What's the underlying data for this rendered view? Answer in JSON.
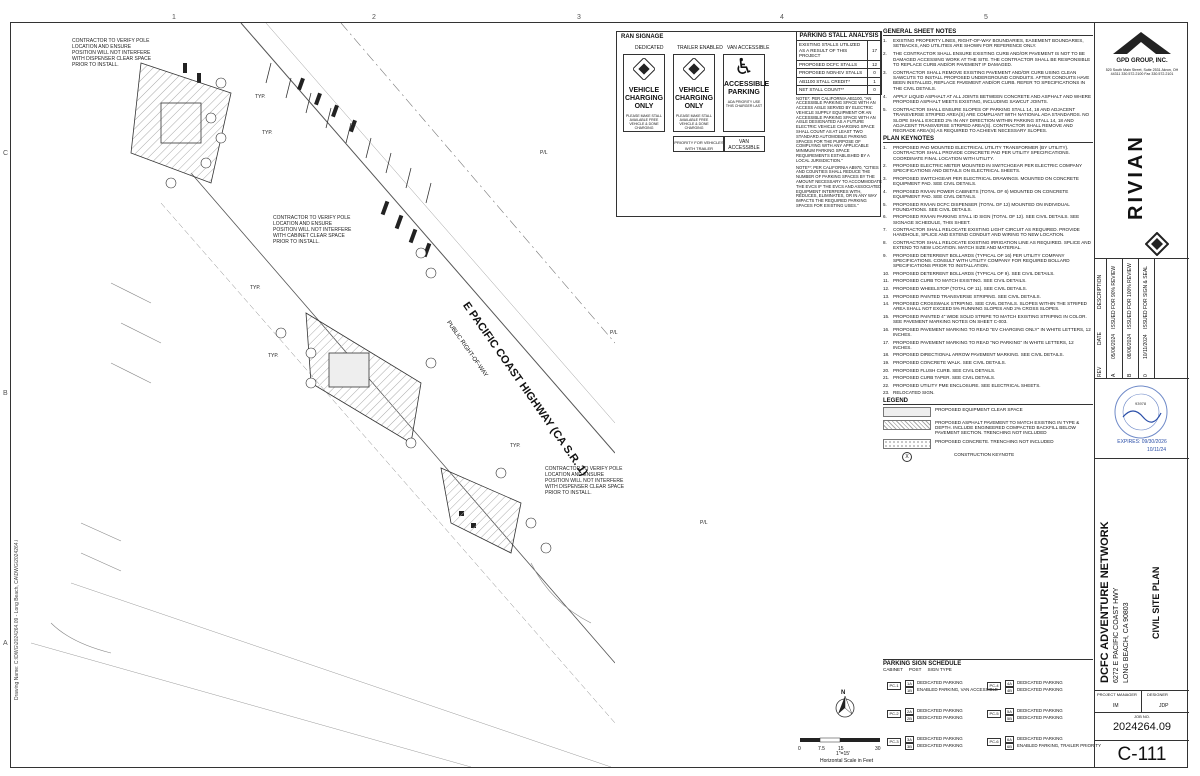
{
  "grid": {
    "columns": [
      "1",
      "2",
      "3",
      "4",
      "5"
    ],
    "rows": [
      "C",
      "B",
      "A"
    ]
  },
  "drawing": {
    "street_name": "E PACIFIC COAST HIGHWAY (CA S.R. 1)",
    "street_subtitle": "PUBLIC RIGHT-OF-WAY",
    "contractor_note": "CONTRACTOR TO VERIFY POLE LOCATION AND ENSURE POSITION WILL NOT INTERFERE WITH DISPENSER CLEAR SPACE PRIOR TO INSTALL.",
    "contractor_note_cabinet": "CONTRACTOR TO VERIFY POLE LOCATION AND ENSURE POSITION WILL NOT INTERFERE WITH CABINET CLEAR SPACE PRIOR TO INSTALL.",
    "typ": "TYP.",
    "pl": "P/L",
    "north": "N",
    "scale_caption": "Horizontal Scale in Feet",
    "scale_ticks": [
      "0",
      "7.5",
      "15",
      "30"
    ],
    "scale_ratio": "1\"=15'",
    "side_text": "Drawing Name: C:\\DWG\\2024264.09 - Long Beach, CA\\DWG\\2024264.09 - Long Beach CA - C000.dwg"
  },
  "ran_signage": {
    "title": "RAN SIGNAGE",
    "columns": [
      "DEDICATED",
      "TRAILER ENABLED",
      "VAN ACCESSIBLE"
    ],
    "signs": [
      {
        "head": "VEHICLE CHARGING ONLY",
        "fine": "PLEASE MAKE STALL AVAILABLE FREE VEHICLE & DONE CHARGING"
      },
      {
        "head": "VEHICLE CHARGING ONLY",
        "fine": "PLEASE MAKE STALL AVAILABLE FREE VEHICLE & DONE CHARGING"
      },
      {
        "head": "ACCESSIBLE PARKING",
        "fine": "ADA PRIORITY USE THIS CHARGER LAST"
      }
    ],
    "plates": [
      "PRIORITY FOR VEHICLES WITH TRAILER",
      "VAN ACCESSIBLE"
    ]
  },
  "stall_analysis": {
    "title": "PARKING STALL ANALYSIS",
    "rows": [
      {
        "label": "EXISTING STALLS UTILIZED AS A RESULT OF THIS PROJECT",
        "value": "17"
      },
      {
        "label": "PROPOSED DCFC STALLS",
        "value": "12"
      },
      {
        "label": "PROPOSED NON-EV STALLS",
        "value": "0"
      },
      {
        "label": "AB1100 STALL CREDIT*",
        "value": "1"
      },
      {
        "label": "NET STALL COUNT**",
        "value": "0"
      }
    ],
    "note1": "NOTE*: PER CALIFORNIA AB1100, \"AN ACCESSIBLE PARKING SPACE WITH AN ACCESS AISLE SERVED BY ELECTRIC VEHICLE SUPPLY EQUIPMENT OR AN ACCESSIBLE PARKING SPACE WITH AN AISLE DESIGNATED AS A FUTURE ELECTRIC VEHICLE CHARGING SPACE SHALL COUNT AS AT LEAST TWO STANDARD AUTOMOBILE PARKING SPACES FOR THE PURPOSE OF COMPLYING WITH ANY APPLICABLE MINIMUM PARKING SPACE REQUIREMENTS ESTABLISHED BY A LOCAL JURISDICTION.\"",
    "note2": "NOTE**: PER CALIFORNIA AB970, \"CITIES AND COUNTIES SHALL REDUCE THE NUMBER OF PARKING SPACES BY THE AMOUNT NECESSARY TO ACCOMMODATE THE EVCS IF THE EVCS AND ASSOCIATED EQUIPMENT INTERFERES WITH, REDUCES, ELIMINATES, OR IN ANY WAY IMPACTS THE REQUIRED PARKING SPACES FOR EXISTING USES.\""
  },
  "general_notes": {
    "title": "GENERAL SHEET NOTES",
    "items": [
      "EXISTING PROPERTY LINES, RIGHT-OF-WAY BOUNDARIES, EASEMENT BOUNDARIES, SETBACKS, AND UTILITIES ARE SHOWN FOR REFERENCE ONLY.",
      "THE CONTRACTOR SHALL ENSURE EXISTING CURB AND/OR PAVEMENT IS NOT TO BE DAMAGED ACCESSING WORK AT THE SITE. THE CONTRACTOR SHALL BE RESPONSIBLE TO REPLACE CURB AND/OR PAVEMENT IF DAMAGED.",
      "CONTRACTOR SHALL REMOVE EXISTING PAVEMENT AND/OR CURB USING CLEAN SAWCUTS TO INSTALL PROPOSED UNDERGROUND CONDUITS. AFTER CONDUITS HAVE BEEN INSTALLED, REPLACE PAVEMENT AND/OR CURB. REFER TO SPECIFICATIONS IN THE CIVIL DETAILS.",
      "APPLY LIQUID ASPHALT AT ALL JOINTS BETWEEN CONCRETE AND ASPHALT AND WHERE PROPOSED ASPHALT MEETS EXISTING, INCLUDING SAWCUT JOINTS.",
      "CONTRACTOR SHALL ENSURE SLOPES OF PARKING STALL 14, 18 AND ADJACENT TRANSVERSE STRIPED AREA(S) ARE COMPLIANT WITH NATIONAL ADA STANDARDS. NO SLOPE SHALL EXCEED 2% IN ANY DIRECTION WITHIN PARKING STALL 14, 18 AND ADJACENT TRANSVERSE STRIPED AREA(S). CONTRACTOR SHALL REMOVE AND REGRADE AREA(S) AS REQUIRED TO ACHIEVE NECESSARY SLOPES."
    ],
    "nums": [
      "1.",
      "2.",
      "3.",
      "4.",
      "5."
    ]
  },
  "plan_keynotes": {
    "title": "PLAN KEYNOTES",
    "items": [
      "PROPOSED PAD MOUNTED ELECTRICAL UTILITY TRANSFORMER (BY UTILITY). CONTRACTOR SHALL PROVIDE CONCRETE PAD PER UTILITY SPECIFICATIONS. COORDINATE FINAL LOCATION WITH UTILITY.",
      "PROPOSED ELECTRIC METER MOUNTED IN SWITCHGEAR PER ELECTRIC COMPANY SPECIFICATIONS AND DETAILS ON ELECTRICAL SHEETS.",
      "PROPOSED SWITCHGEAR PER ELECTRICAL DRAWINGS. MOUNTED ON CONCRETE EQUIPMENT PAD. SEE CIVIL DETAILS.",
      "PROPOSED RIVIAN POWER CABINETS (TOTAL OF 6) MOUNTED ON CONCRETE EQUIPMENT PAD. SEE CIVIL DETAILS.",
      "PROPOSED RIVIAN DCFC DISPENSER (TOTAL OF 12) MOUNTED ON INDIVIDUAL FOUNDATIONS. SEE CIVIL DETAILS.",
      "PROPOSED RIVIAN PARKING STALL ID SIGN (TOTAL OF 12). SEE CIVIL DETAILS. SEE SIGNAGE SCHEDULE, THIS SHEET.",
      "CONTRACTOR SHALL RELOCATE EXISTING LIGHT CIRCUIT AS REQUIRED. PROVIDE HANDHOLE, SPLICE AND EXTEND CONDUIT AND WIRING TO NEW LOCATION.",
      "CONTRACTOR SHALL RELOCATE EXISTING IRRIGATION LINE AS REQUIRED. SPLICE AND EXTEND TO NEW LOCATION. MATCH SIZE AND MATERIAL.",
      "PROPOSED DETERRENT BOLLARDS (TYPICAL OF 16) PER UTILITY COMPANY SPECIFICATIONS. CONSULT WITH UTILITY COMPANY FOR REQUIRED BOLLARD SPECIFICATIONS PRIOR TO INSTALLATION.",
      "PROPOSED DETERRENT BOLLARDS (TYPICAL OF 9). SEE CIVIL DETAILS.",
      "PROPOSED CURB TO MATCH EXISTING. SEE CIVIL DETAILS.",
      "PROPOSED WHEELSTOP (TOTAL OF 11). SEE CIVIL DETAILS.",
      "PROPOSED PAINTED TRANSVERSE STRIPING. SEE CIVIL DETAILS.",
      "PROPOSED CROSSWALK STRIPING. SEE CIVIL DETAILS. SLOPES WITHIN THE STRIPED AREA SHALL NOT EXCEED 5% RUNNING SLOPES AND 2% CROSS SLOPES.",
      "PROPOSED PAINTED 4\" WIDE SOLID STRIPE TO MATCH EXISTING STRIPING IN COLOR. SEE PAVEMENT MARKING NOTES ON SHEET C-003.",
      "PROPOSED PAVEMENT MARKING TO READ \"EV CHARGING ONLY\" IN WHITE LETTERS, 12 INCHES.",
      "PROPOSED PAVEMENT MARKING TO READ \"NO PARKING\" IN WHITE LETTERS, 12 INCHES.",
      "PROPOSED DIRECTIONAL ARROW PAVEMENT MARKING. SEE CIVIL DETAILS.",
      "PROPOSED CONCRETE WALK. SEE CIVIL DETAILS.",
      "PROPOSED FLUSH CURB. SEE CIVIL DETAILS.",
      "PROPOSED CURB TAPER. SEE CIVIL DETAILS.",
      "PROPOSED UTILITY PME ENCLOSURE. SEE ELECTRICAL SHEETS.",
      "RELOCATED SIGN."
    ],
    "nums": [
      "1.",
      "2.",
      "3.",
      "4.",
      "5.",
      "6.",
      "7.",
      "8.",
      "9.",
      "10.",
      "11.",
      "12.",
      "13.",
      "14.",
      "15.",
      "16.",
      "17.",
      "18.",
      "19.",
      "20.",
      "21.",
      "22.",
      "23."
    ]
  },
  "legend": {
    "title": "LEGEND",
    "items": [
      "PROPOSED EQUIPMENT CLEAR SPACE",
      "PROPOSED ASPHALT PAVEMENT TO MATCH EXISTING IN TYPE & DEPTH. INCLUDE ENGINEERED COMPACTED BACKFILL BELOW PAVEMENT SECTION. TRENCHING NOT INCLUDED",
      "PROPOSED CONCRETE. TRENCHING NOT INCLUDED",
      "CONSTRUCTION KEYNOTE"
    ],
    "keynote_symbol": "X"
  },
  "schedule": {
    "title": "PARKING SIGN SCHEDULE",
    "headers": [
      "CABINET",
      "POST",
      "SIGN TYPE"
    ],
    "rows": [
      {
        "cab": "PC-1",
        "posts": [
          "1A",
          "1B"
        ],
        "types": [
          "DEDICATED PARKING",
          "ENABLED PARKING, VAN ACCESSIBLE"
        ]
      },
      {
        "cab": "PC-2",
        "posts": [
          "2A",
          "2B"
        ],
        "types": [
          "DEDICATED PARKING",
          "DEDICATED PARKING"
        ]
      },
      {
        "cab": "PC-3",
        "posts": [
          "3A",
          "3B"
        ],
        "types": [
          "DEDICATED PARKING",
          "DEDICATED PARKING"
        ]
      },
      {
        "cab": "PC-4",
        "posts": [
          "4A",
          "4B"
        ],
        "types": [
          "DEDICATED PARKING",
          "DEDICATED PARKING"
        ]
      },
      {
        "cab": "PC-5",
        "posts": [
          "5A",
          "5B"
        ],
        "types": [
          "DEDICATED PARKING",
          "DEDICATED PARKING"
        ]
      },
      {
        "cab": "PC-6",
        "posts": [
          "6A",
          "6B"
        ],
        "types": [
          "DEDICATED PARKING",
          "ENABLED PARKING, TRAILER PRIORITY"
        ]
      }
    ]
  },
  "titleblock": {
    "firm": "GPD GROUP, INC.",
    "firm_address": "520 South Main Street, Suite 2531 Akron, OH 44311 330.572.2100 Fax 330.572.2101",
    "client": "RIVIAN",
    "rev_headers": [
      "REV",
      "DATE",
      "DESCRIPTION"
    ],
    "revisions": [
      {
        "rev": "A",
        "date": "05/06/2024",
        "desc": "ISSUED FOR 90% REVIEW"
      },
      {
        "rev": "B",
        "date": "08/06/2024",
        "desc": "ISSUED FOR 100% REVIEW"
      },
      {
        "rev": "0",
        "date": "10/11/2024",
        "desc": "ISSUED FOR SIGN & SEAL"
      }
    ],
    "seal_number": "93978",
    "expires": "EXPIRES: 09/30/2026",
    "seal_date": "10/11/24",
    "project_name": "DCFC ADVENTURE NETWORK",
    "address1": "6272 E PACIFIC COAST HWY",
    "address2": "LONG BEACH, CA 90803",
    "sheet_title": "CIVIL SITE PLAN",
    "pm_label": "PROJECT MANAGER",
    "designer_label": "DESIGNER",
    "pm": "IM",
    "designer": "JDP",
    "job_label": "JOB NO.",
    "job_no": "2024264.09",
    "sheet_no": "C-111"
  },
  "colors": {
    "line": "#333333",
    "hatch": "#9a9a9a",
    "seal_blue": "#2b4fa8"
  }
}
